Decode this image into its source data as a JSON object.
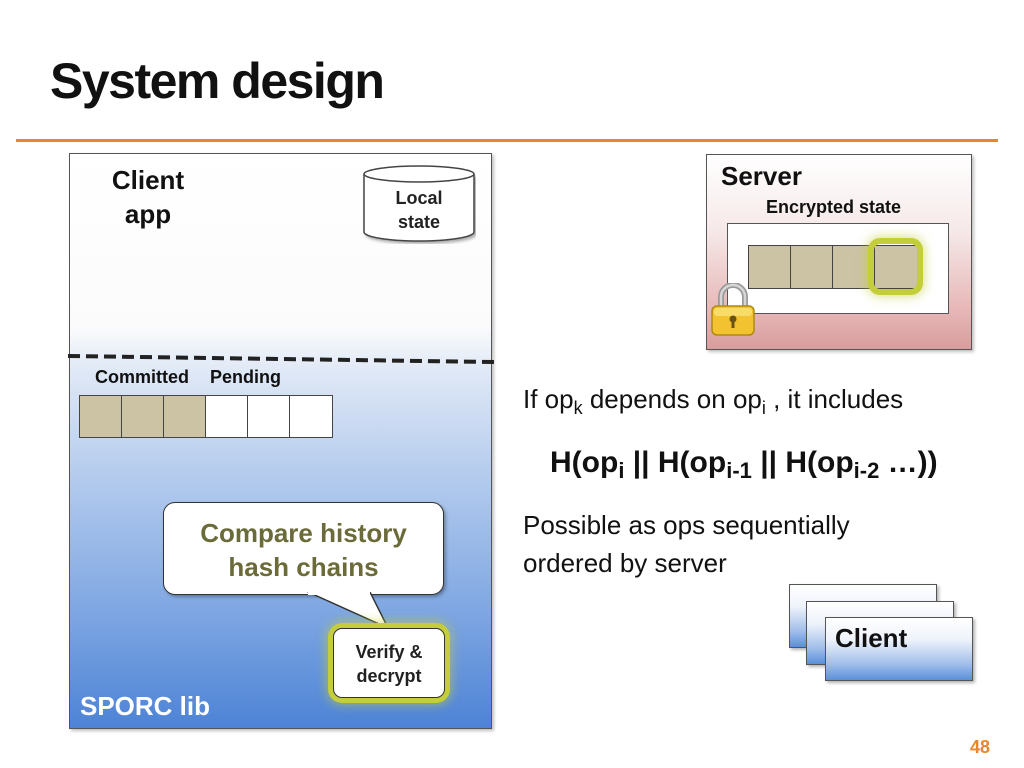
{
  "slide": {
    "title": "System design",
    "page_number": "48",
    "accent_color": "#e8862a"
  },
  "client_panel": {
    "label_line1": "Client",
    "label_line2": "app",
    "local_state_line1": "Local",
    "local_state_line2": "state",
    "committed_label": "Committed",
    "pending_label": "Pending",
    "committed_count": 3,
    "pending_count": 3,
    "bubble_line1": "Compare history",
    "bubble_line2": "hash chains",
    "verify_line1": "Verify &",
    "verify_line2": "decrypt",
    "lib_label": "SPORC lib"
  },
  "server_panel": {
    "label": "Server",
    "encrypted_state_label": "Encrypted state",
    "cell_count": 4,
    "highlighted_cell": 4
  },
  "explanation": {
    "line1_part1": "If op",
    "line1_sub1": "k",
    "line1_part2": " depends on op",
    "line1_sub2": "i",
    "line1_part3": " , it includes",
    "formula_h1": "H(op",
    "formula_s1": "i",
    "formula_h2": " || H(op",
    "formula_s2": "i-1",
    "formula_h3": " || H(op",
    "formula_s3": "i-2",
    "formula_end": " …))",
    "possible_line1": "Possible as ops sequentially",
    "possible_line2": "ordered by server"
  },
  "clients_stack": {
    "label": "Client"
  }
}
